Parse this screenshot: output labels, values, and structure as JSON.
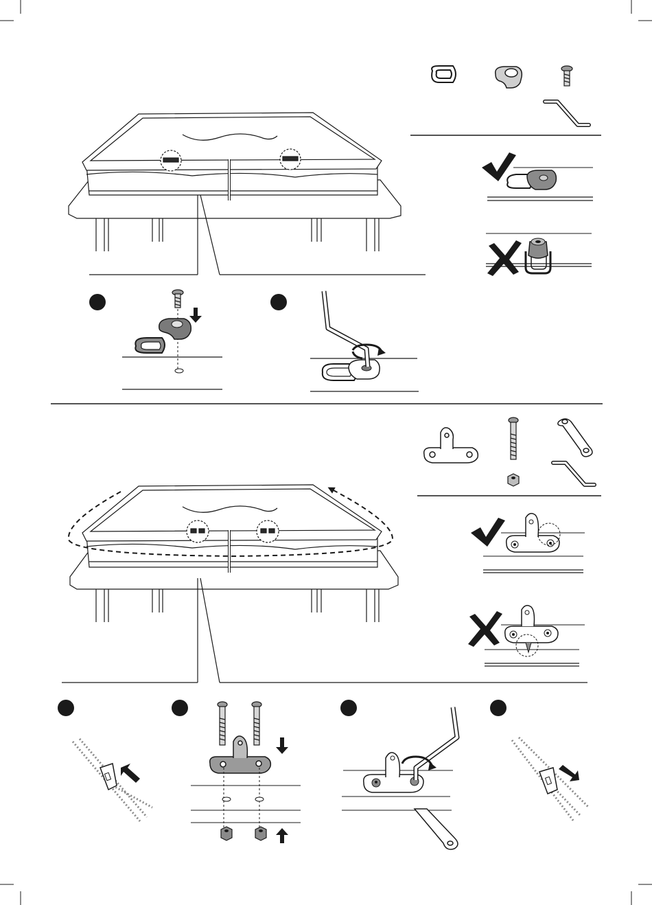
{
  "colors": {
    "ink": "#1a1a1a",
    "hardware_gray": "#7a7a7a",
    "hardware_dark": "#4a4a4a",
    "paper": "#ffffff"
  },
  "sections": [
    {
      "id": "top",
      "parts": [
        "d-ring-icon",
        "d-ring-clip-icon",
        "flat-head-screw-icon",
        "hex-key-icon"
      ],
      "examples": [
        {
          "verdict": "correct",
          "icon": "checkmark-icon"
        },
        {
          "verdict": "incorrect",
          "icon": "cross-icon"
        }
      ],
      "steps": [
        {
          "marker": "step-marker",
          "action": "insert-screw"
        },
        {
          "marker": "step-marker",
          "action": "tighten-with-hex-key"
        }
      ]
    },
    {
      "id": "bottom",
      "parts": [
        "tab-bracket-icon",
        "bolt-icon",
        "nut-icon",
        "wrench-icon",
        "hex-key-icon"
      ],
      "examples": [
        {
          "verdict": "correct",
          "icon": "checkmark-icon"
        },
        {
          "verdict": "incorrect",
          "icon": "cross-icon"
        }
      ],
      "steps": [
        {
          "marker": "step-marker",
          "action": "open-zipper"
        },
        {
          "marker": "step-marker",
          "action": "insert-bolts"
        },
        {
          "marker": "step-marker",
          "action": "tighten-with-hex-key-and-wrench"
        },
        {
          "marker": "step-marker",
          "action": "close-zipper"
        }
      ]
    }
  ]
}
